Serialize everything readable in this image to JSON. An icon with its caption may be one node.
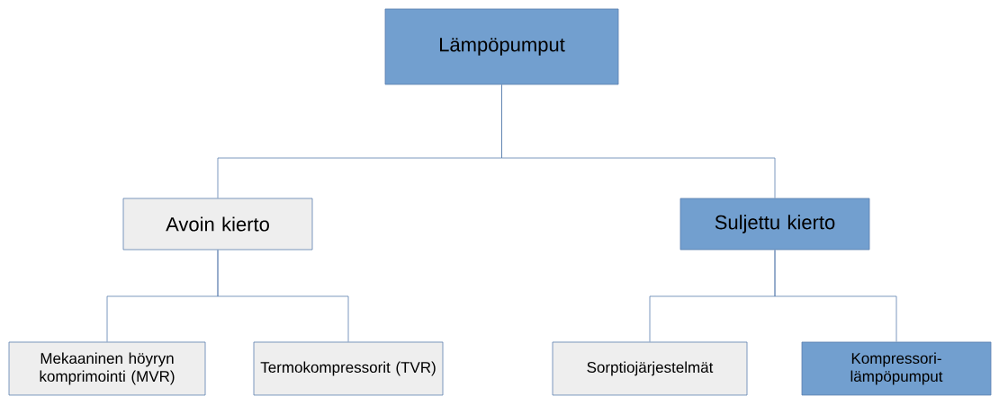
{
  "diagram": {
    "nodes": [
      {
        "text": [
          "Lämpöpumput"
        ]
      },
      {
        "text": [
          "Avoin kierto"
        ]
      },
      {
        "text": [
          "Suljettu kierto"
        ]
      },
      {
        "text": [
          "Mekaaninen höyryn komprimointi (MVR)"
        ]
      },
      {
        "text": [
          "Termokompressorit (TVR)"
        ]
      },
      {
        "text": [
          "Sorptiojärjestelmät"
        ]
      },
      {
        "text": [
          "Kompressori- lämpöpumput"
        ]
      }
    ],
    "edges": [
      {
        "from": 0,
        "to": 1,
        "arrow": "none"
      },
      {
        "from": 0,
        "to": 2,
        "arrow": "none"
      },
      {
        "from": 1,
        "to": 3,
        "arrow": "none"
      },
      {
        "from": 1,
        "to": 4,
        "arrow": "none"
      },
      {
        "from": 2,
        "to": 5,
        "arrow": "none"
      },
      {
        "from": 2,
        "to": 6,
        "arrow": "none"
      }
    ]
  }
}
